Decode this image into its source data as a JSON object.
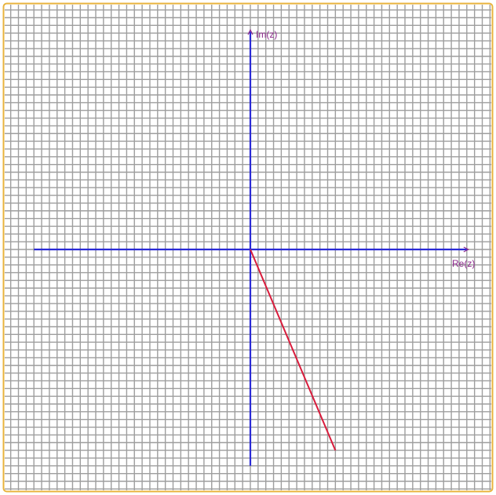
{
  "labels": {
    "imaginary_axis": "Im(z)",
    "real_axis": "Re(z)"
  },
  "colors": {
    "background": "#ffffff",
    "border": "#e8b33c",
    "grid": "#9e9e9e",
    "axis": "#2a2ad6",
    "vector": "#d81c3c",
    "label": "#8e2a8e"
  },
  "chart_data": {
    "type": "line",
    "grid": true,
    "xlim": [
      -14,
      14
    ],
    "ylim": [
      -14,
      14
    ],
    "series": [
      {
        "x": [
          0,
          5.5
        ],
        "y": [
          0,
          -13
        ]
      }
    ]
  }
}
